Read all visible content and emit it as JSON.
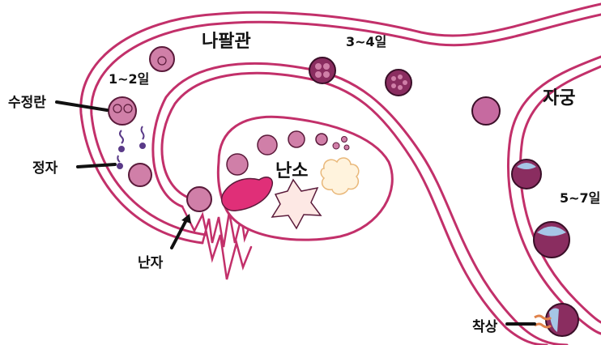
{
  "labels": {
    "fallopian_tube": "나팔관",
    "day_3_4": "3~4일",
    "uterus": "자궁",
    "day_1_2": "1~2일",
    "fertilized_egg": "수정란",
    "sperm": "정자",
    "ovary": "난소",
    "egg": "난자",
    "day_5_7": "5~7일",
    "implantation": "착상"
  },
  "colors": {
    "wall": "#c2306a",
    "cell_fill": "#d07fa8",
    "cell_outline": "#5a1a3a",
    "dark_cell": "#8a2d60",
    "ovary_fill": "#ffffff",
    "follicle_pink": "#e02f78",
    "star_fill": "#fde8e4",
    "cloud_fill": "#fff3dd"
  }
}
